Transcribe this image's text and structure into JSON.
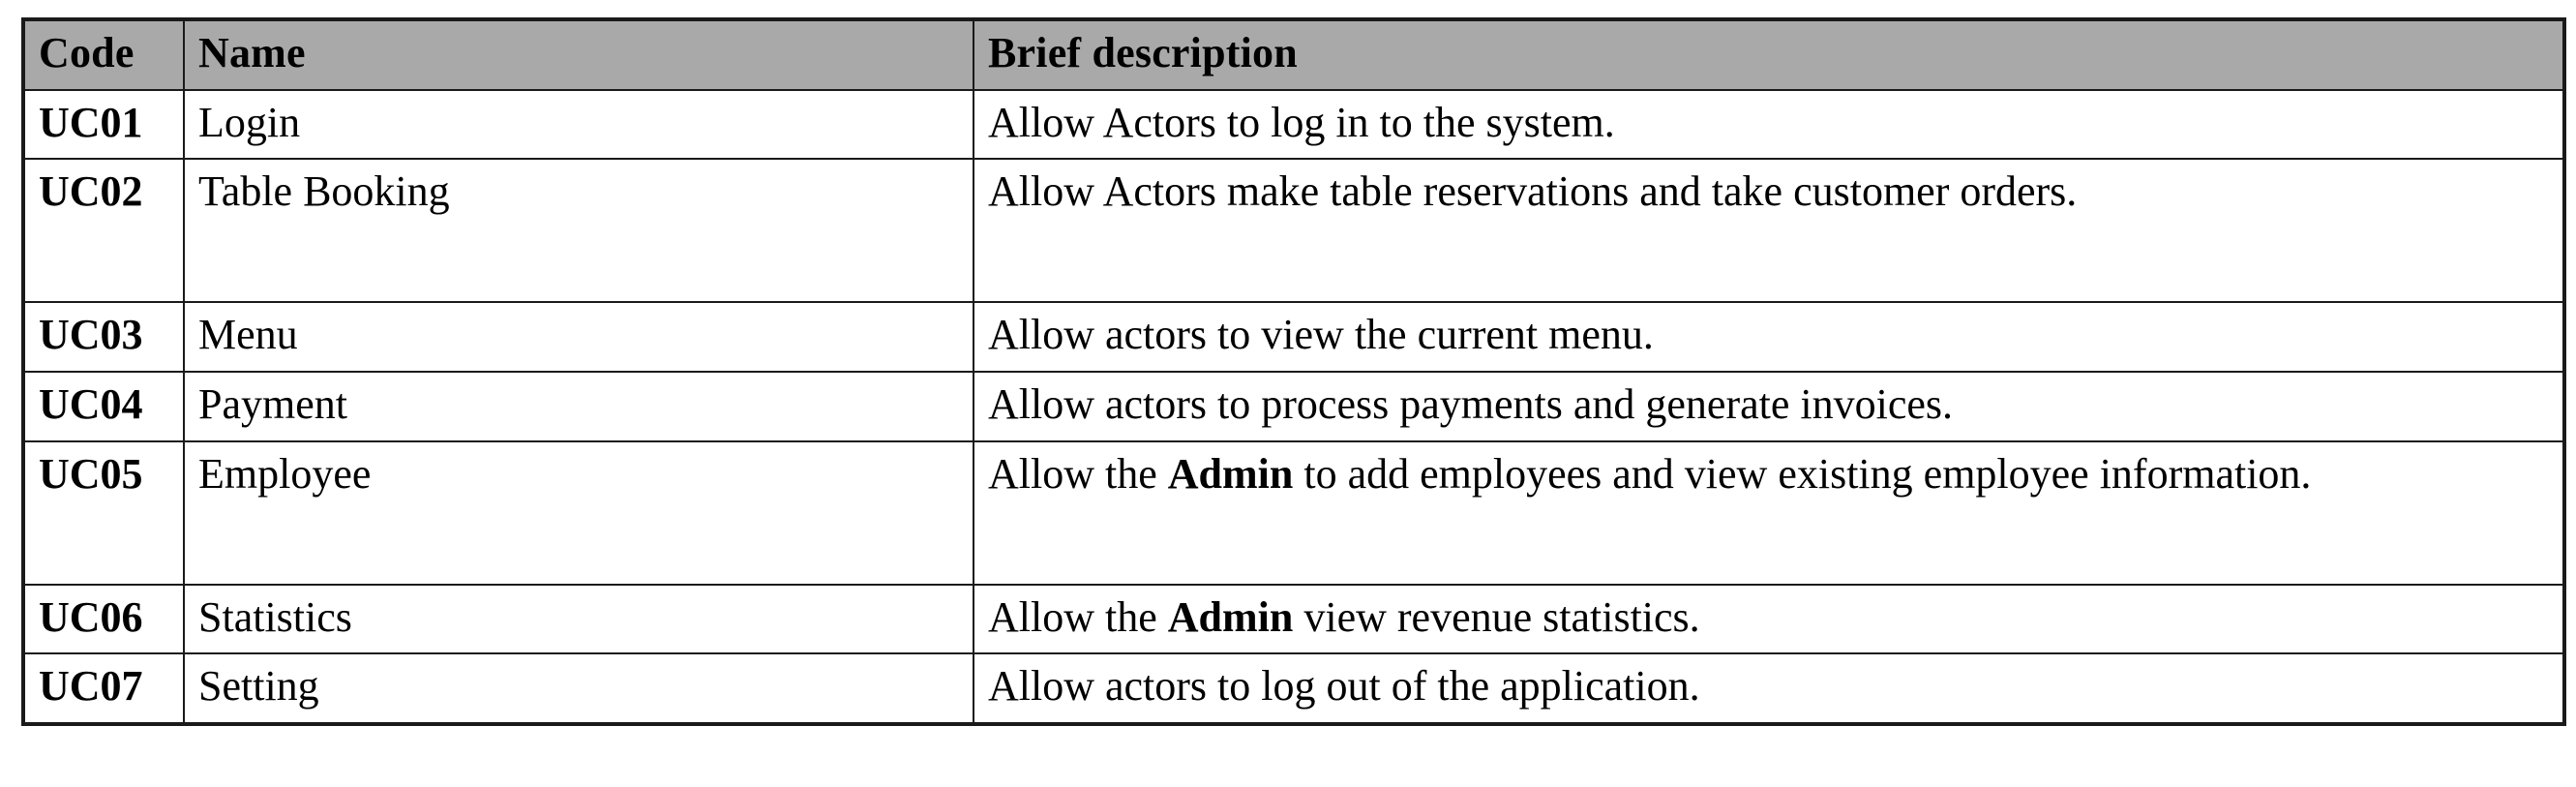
{
  "table": {
    "headers": {
      "code": "Code",
      "name": "Name",
      "description": "Brief description"
    },
    "rows": [
      {
        "code": "UC01",
        "name": "Login",
        "description": "Allow Actors to log in to the system.",
        "description_parts": [
          {
            "text": "Allow Actors to log in to the system.",
            "bold": false
          }
        ],
        "lines": 1
      },
      {
        "code": "UC02",
        "name": "Table Booking",
        "description": "Allow Actors make table reservations and take customer orders.",
        "description_parts": [
          {
            "text": "Allow Actors make table reservations and take customer orders.",
            "bold": false
          }
        ],
        "lines": 2
      },
      {
        "code": "UC03",
        "name": "Menu",
        "description": "Allow actors to view the current menu.",
        "description_parts": [
          {
            "text": "Allow actors to view the current menu.",
            "bold": false
          }
        ],
        "lines": 1
      },
      {
        "code": "UC04",
        "name": "Payment",
        "description": "Allow actors to process payments and generate invoices.",
        "description_parts": [
          {
            "text": "Allow actors to process payments and generate invoices.",
            "bold": false
          }
        ],
        "lines": 1
      },
      {
        "code": "UC05",
        "name": "Employee",
        "description": "Allow the Admin to add employees and view existing employee information.",
        "description_parts": [
          {
            "text": "Allow the ",
            "bold": false
          },
          {
            "text": "Admin",
            "bold": true
          },
          {
            "text": " to add employees and view existing employee information.",
            "bold": false
          }
        ],
        "lines": 2
      },
      {
        "code": "UC06",
        "name": "Statistics",
        "description": "Allow the Admin view revenue statistics.",
        "description_parts": [
          {
            "text": "Allow the ",
            "bold": false
          },
          {
            "text": "Admin",
            "bold": true
          },
          {
            "text": " view revenue statistics.",
            "bold": false
          }
        ],
        "lines": 1
      },
      {
        "code": "UC07",
        "name": "Setting",
        "description": "Allow actors to log out of the application.",
        "description_parts": [
          {
            "text": "Allow actors to log out of the application.",
            "bold": false
          }
        ],
        "lines": 1
      }
    ]
  },
  "style": {
    "header_background": "#a9a9a9",
    "border_color": "#1a1a1a",
    "text_color": "#000000",
    "page_background": "#ffffff"
  }
}
